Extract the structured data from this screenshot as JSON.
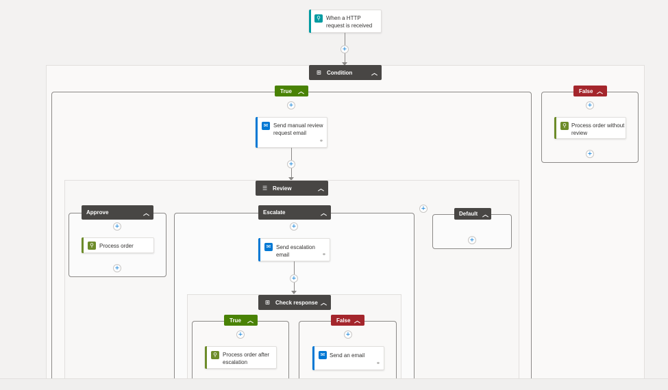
{
  "colors": {
    "true_branch": "#498205",
    "false_branch": "#a4262c",
    "control_header": "#484644",
    "request_trigger": "#009ba1",
    "outlook_action": "#0078d4",
    "logic_action": "#6d8c2a",
    "add_step": "#0078d4"
  },
  "trigger": {
    "label": "When a HTTP request is received",
    "icon": "request-icon"
  },
  "condition": {
    "label": "Condition",
    "icon": "condition-icon",
    "true_label": "True",
    "false_label": "False",
    "true_branch": {
      "send_manual_review": {
        "label": "Send manual review request email",
        "icon": "outlook-icon"
      },
      "review_switch": {
        "label": "Review",
        "icon": "switch-icon",
        "cases": {
          "approve": {
            "label": "Approve",
            "action": "Process order"
          },
          "escalate": {
            "label": "Escalate",
            "action": "Send escalation email",
            "check_response": {
              "label": "Check response",
              "true_label": "True",
              "false_label": "False",
              "true_action": "Process order after escalation",
              "false_action": "Send an email"
            }
          },
          "default": {
            "label": "Default"
          }
        }
      }
    },
    "false_branch": {
      "action": "Process order without review"
    }
  }
}
